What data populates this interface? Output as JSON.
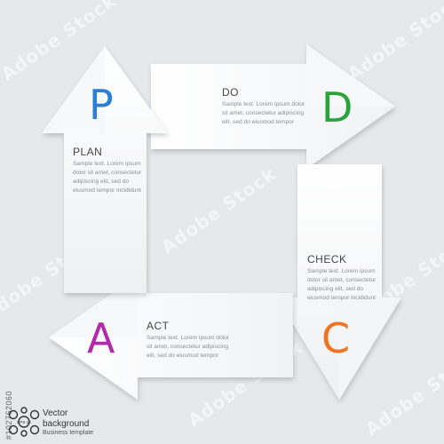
{
  "colors": {
    "background": "#e6e8eb",
    "p": "#2b7fd4",
    "d": "#2aa43a",
    "c": "#f07320",
    "a": "#b02aab"
  },
  "watermark_text": "Adobe Stock",
  "steps": [
    {
      "letter": "P",
      "title": "PLAN",
      "text": "Sample text. Lorem ipsum\ndolor sit amet, consectetur\nadipiscing elit, sed do\neiusmod tempor incididunt"
    },
    {
      "letter": "D",
      "title": "DO",
      "text": "Sample text. Lorem ipsum dolor\nsit amet, consectetur adipiscing\nelit, sed do eiusmod tempor"
    },
    {
      "letter": "C",
      "title": "CHECK",
      "text": "Sample text. Lorem ipsum\ndolor sit amet, consectetur\nadipiscing elit, sed do\neiusmod tempor incididunt"
    },
    {
      "letter": "A",
      "title": "ACT",
      "text": "Sample text. Lorem ipsum dolor\nsit amet, consectetur adipiscing\nelit, sed do eiusmod tempor"
    }
  ],
  "footer": {
    "line1": "Vector",
    "line2": "background",
    "line3": "Business template",
    "logo_text": "EPS 10"
  },
  "side_id": "#102762060"
}
